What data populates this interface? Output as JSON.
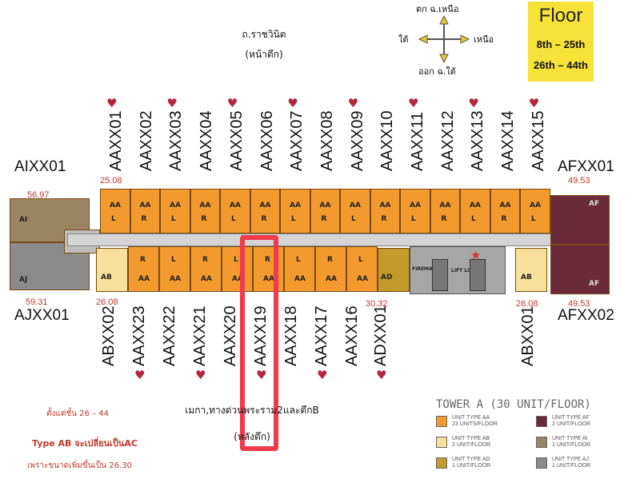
{
  "top_road": {
    "name": "ถ.ราชวินิต",
    "sub": "(หน้าตึก)"
  },
  "bottom_road": {
    "name": "เมกา,ทางด่วนพระราม2และตึกB",
    "sub": "(หลังตึก)"
  },
  "compass": {
    "north": "ตก ฉ.เหนือ",
    "west": "ใต้",
    "east": "เหนือ",
    "south": "ออก ฉ.ใต้"
  },
  "floor_box": {
    "title": "Floor",
    "range1": "8th – 25th",
    "range2": "26th – 44th"
  },
  "top_units": [
    "AAXX01",
    "AAXX02",
    "AAXX03",
    "AAXX04",
    "AAXX05",
    "AAXX06",
    "AAXX07",
    "AAXX08",
    "AAXX09",
    "AAXX10",
    "AAXX11",
    "AAXX12",
    "AAXX13",
    "AAXX14",
    "AAXX15"
  ],
  "top_hearts": [
    true,
    false,
    true,
    false,
    true,
    false,
    true,
    false,
    true,
    false,
    true,
    false,
    true,
    false,
    true
  ],
  "bottom_units": [
    "ABXX02",
    "AAXX23",
    "AAXX22",
    "AAXX21",
    "AAXX20",
    "AAXX19",
    "AAXX18",
    "AAXX17",
    "AAXX16",
    "ADXX01",
    "ABXX01"
  ],
  "bottom_hearts": [
    false,
    true,
    false,
    true,
    false,
    true,
    false,
    true,
    false,
    true,
    false
  ],
  "corner_units": {
    "top_left": "AIXX01",
    "bottom_left": "AJXX01",
    "top_right": "AFXX01",
    "bottom_right": "AFXX02"
  },
  "areas": {
    "ai": "56.97",
    "aa01": "25.08",
    "af01": "49.53",
    "aj": "59.31",
    "ab02": "26.08",
    "ad": "30.32",
    "ab01": "26.08",
    "af02": "49.53"
  },
  "plan_tags": {
    "aa": "AA",
    "ab": "AB",
    "ai": "AI",
    "aj": "AJ",
    "af": "AF",
    "ad": "AD",
    "l": "L",
    "r": "R",
    "fireman": "FIREMAN",
    "lift": "LIFT LOBBY"
  },
  "legend": {
    "title": "TOWER A (30 UNIT/FLOOR)",
    "items": [
      {
        "line1": "UNIT TYPE AA",
        "line2": "23 UNITS/FLOOR",
        "color": "#f39a2e"
      },
      {
        "line1": "UNIT TYPE AB",
        "line2": "2 UNIT/FLOOR",
        "color": "#f6e09a"
      },
      {
        "line1": "UNIT TYPE AD",
        "line2": "1 UNIT/FLOOR",
        "color": "#c49a2c"
      },
      {
        "line1": "UNIT TYPE AF",
        "line2": "2 UNIT/FLOOR",
        "color": "#6b2a3a"
      },
      {
        "line1": "UNIT TYPE AI",
        "line2": "1 UNIT/FLOOR",
        "color": "#9b8462"
      },
      {
        "line1": "UNIT TYPE AJ",
        "line2": "1 UNIT/FLOOR",
        "color": "#8a8a8a"
      }
    ]
  },
  "notes": [
    "ตั้งแต่ชั้น 26 – 44",
    "Type AB จะเปลี่ยนเป็นAC",
    "เพราะขนาดเพิ่มขึ้นเป็น 26.30"
  ],
  "colors": {
    "aa": "#f39a2e",
    "ab": "#f6e09a",
    "ad": "#c49a2c",
    "af": "#6b2a3a",
    "ai": "#9b8462",
    "aj": "#8a8a8a",
    "highlight": "#ef3b4b",
    "heart": "#b3263d",
    "floor_box": "#f7e23a"
  }
}
